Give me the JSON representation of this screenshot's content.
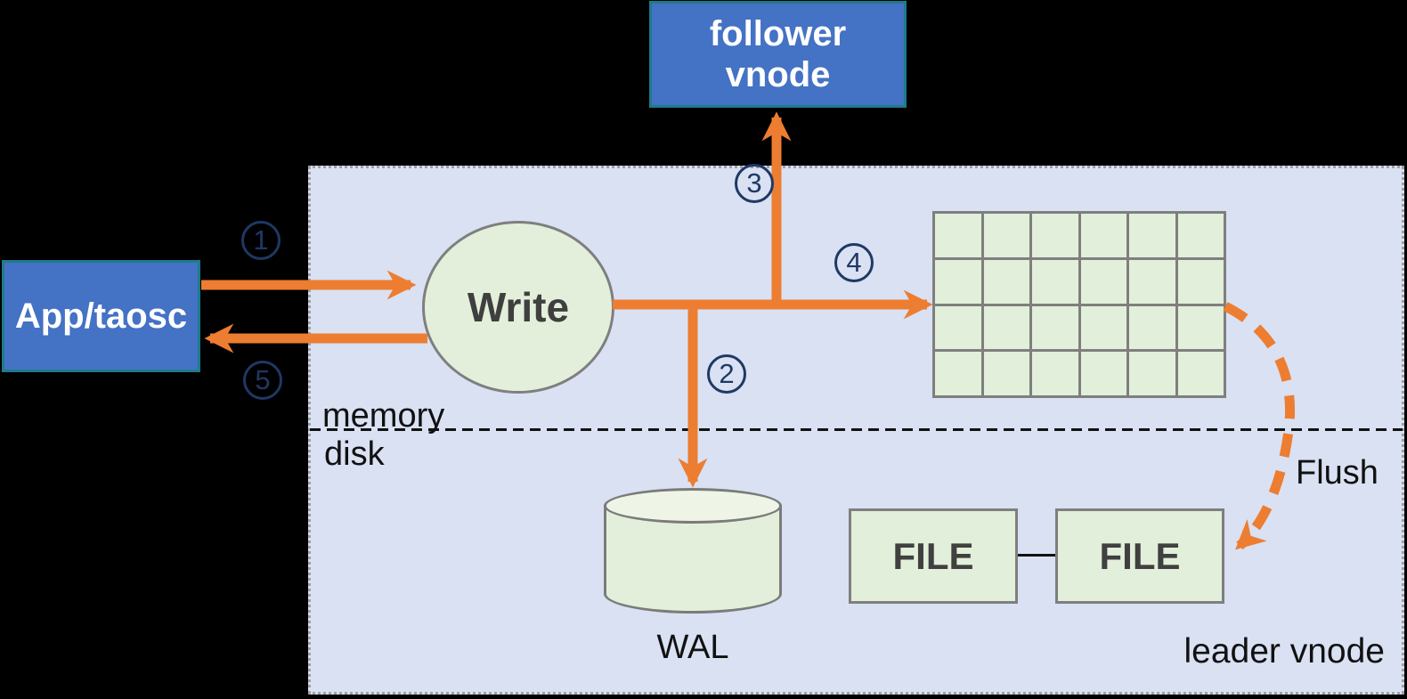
{
  "nodes": {
    "app": {
      "label": "App/taosc"
    },
    "follower": {
      "line1": "follower",
      "line2": "vnode"
    },
    "write": {
      "label": "Write"
    },
    "wal": {
      "label": "WAL"
    },
    "file1": {
      "label": "FILE"
    },
    "file2": {
      "label": "FILE"
    }
  },
  "labels": {
    "memory": "memory",
    "disk": "disk",
    "flush": "Flush",
    "leader": "leader vnode"
  },
  "steps": [
    "1",
    "2",
    "3",
    "4",
    "5"
  ],
  "memtable": {
    "rows": 4,
    "cols": 6
  },
  "colors": {
    "arrow_orange": "#ED7D31",
    "node_blue": "#4472C4",
    "node_border_teal": "#1F7A8C",
    "panel_lavender": "#D9E1F3",
    "shape_light_green": "#E3EFDA",
    "grid_line_gray": "#7F7F7F",
    "step_number_navy": "#1F3864"
  }
}
